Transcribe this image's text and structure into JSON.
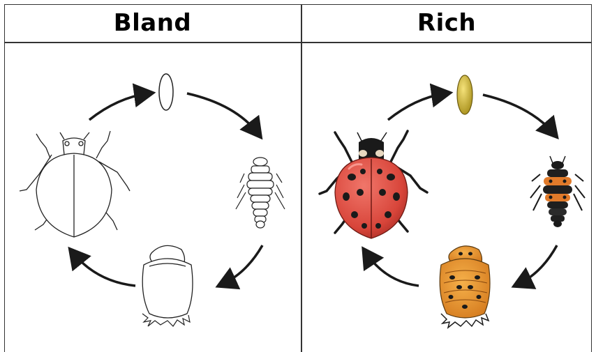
{
  "panels": {
    "left": {
      "title": "Bland",
      "style": "outline"
    },
    "right": {
      "title": "Rich",
      "style": "color"
    }
  },
  "lifecycle_stages": [
    "egg-icon",
    "larva-icon",
    "pupa-icon",
    "adult-ladybug-icon"
  ],
  "colors": {
    "ladybug_red": "#d8453a",
    "ladybug_spot": "#1a1a1a",
    "egg_yellow": "#d9c23a",
    "pupa_orange": "#e8922e",
    "larva_orange": "#e07a2a",
    "outline": "#222222",
    "arrow": "#1a1a1a"
  }
}
